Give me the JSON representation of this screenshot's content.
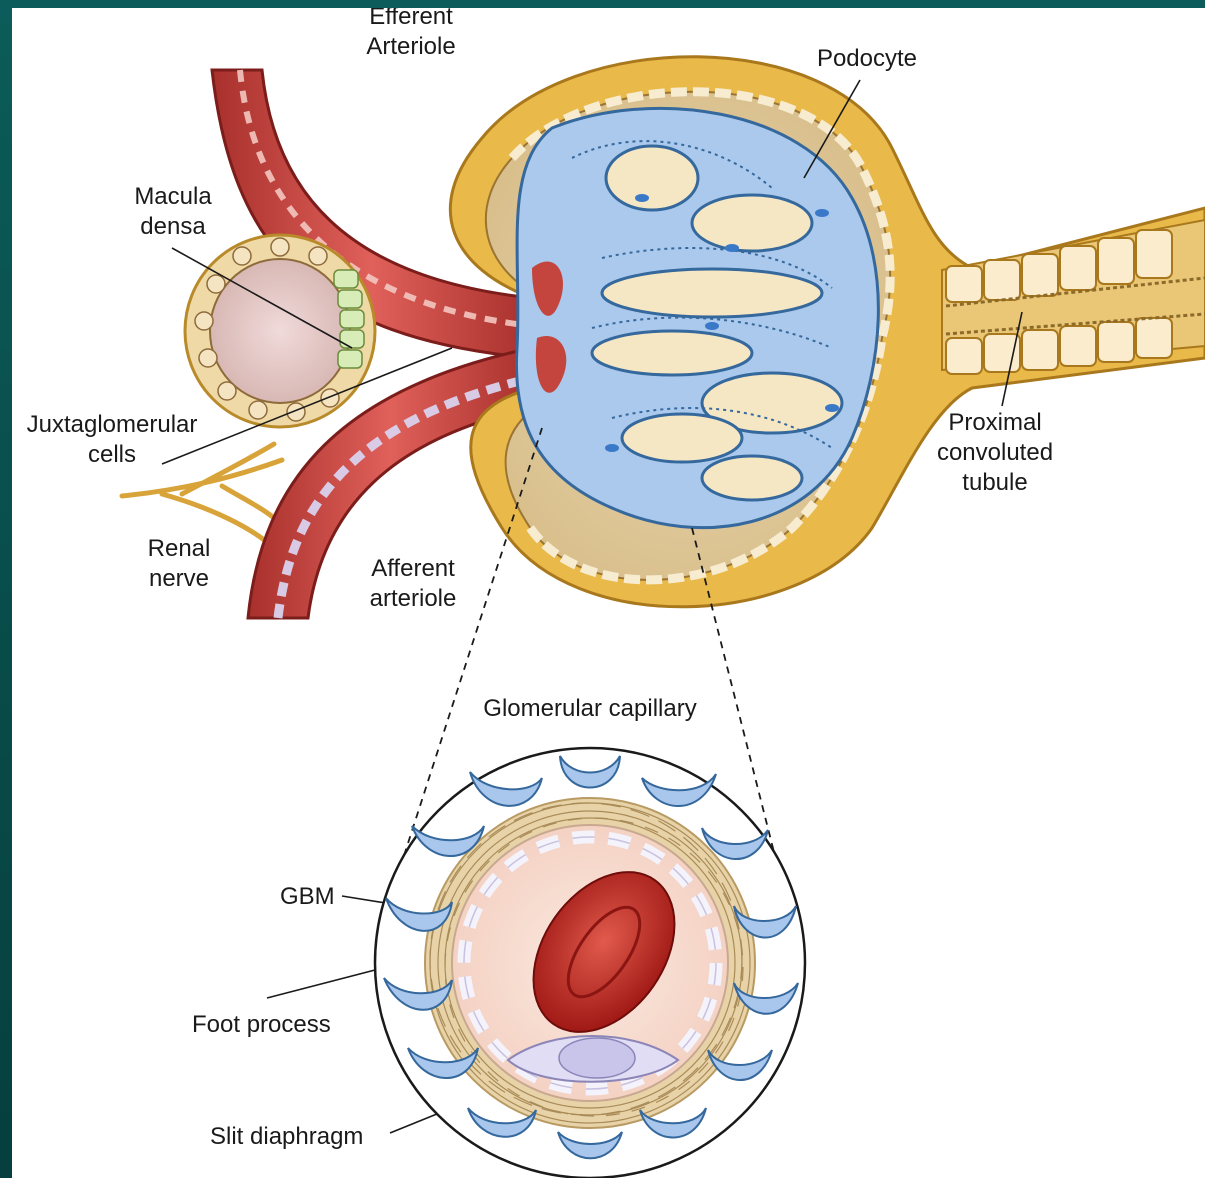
{
  "labels": {
    "efferent_arteriole": [
      "Efferent",
      "Arteriole"
    ],
    "podocyte": "Podocyte",
    "macula_densa": [
      "Macula",
      "densa"
    ],
    "juxtaglomerular_cells": [
      "Juxtaglomerular",
      "cells"
    ],
    "renal_nerve": [
      "Renal",
      "nerve"
    ],
    "afferent_arteriole": [
      "Afferent",
      "arteriole"
    ],
    "proximal_tubule": [
      "Proximal",
      "convoluted",
      "tubule"
    ],
    "glomerular_capillary": "Glomerular capillary",
    "gbm": "GBM",
    "foot_process": "Foot process",
    "slit_diaphragm": "Slit diaphragm"
  },
  "colors": {
    "frame_teal": "#0a5a58",
    "capsule_yellow": "#e9b94a",
    "capsule_space": "#e3cfa6",
    "vessel_red": "#c7443e",
    "podocyte_blue": "#9cc0e6",
    "rbc_red": "#b51d1a"
  }
}
